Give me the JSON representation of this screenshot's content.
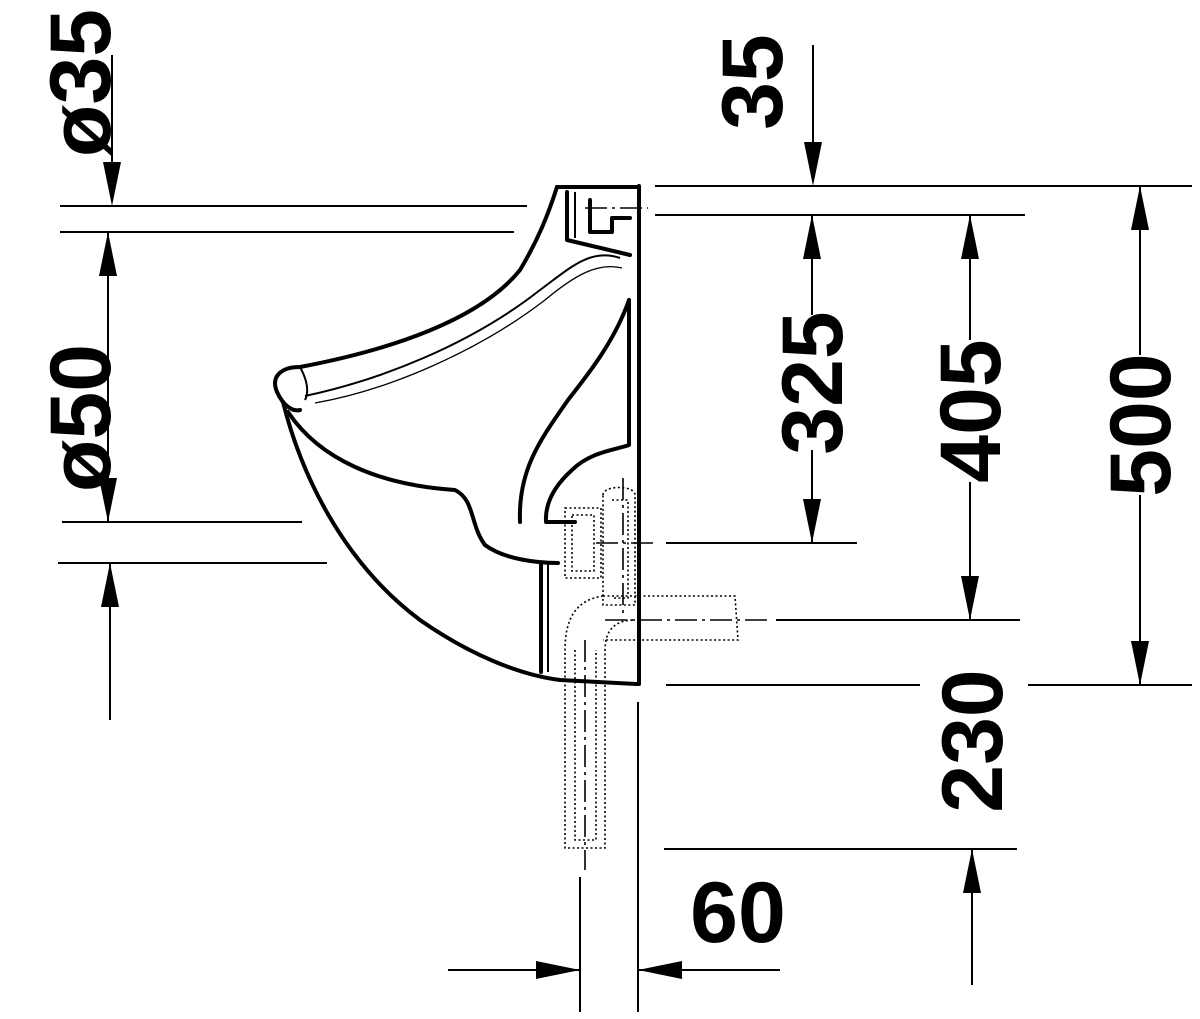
{
  "dimensions": {
    "drain_diameter": "ø35",
    "inlet_diameter": "ø50",
    "inlet_to_top": "35",
    "outlet_height": "325",
    "water_inlet_height": "405",
    "total_height": "500",
    "outlet_drop": "230",
    "wall_offset": "60"
  }
}
